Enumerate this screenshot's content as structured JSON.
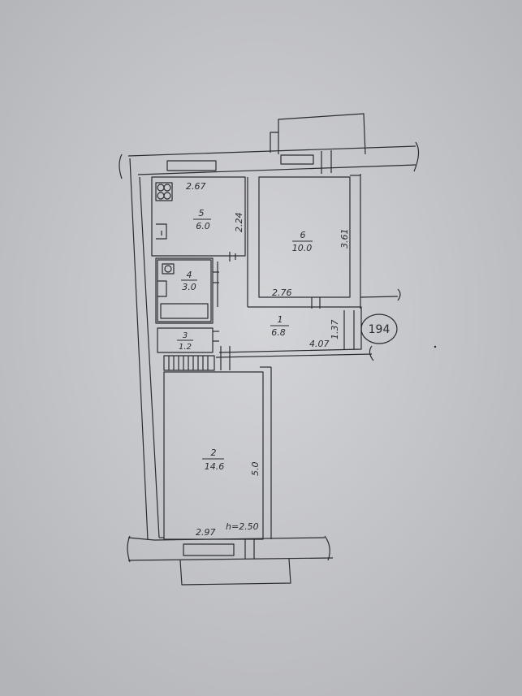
{
  "rooms": [
    {
      "number": "1",
      "area": "6.8"
    },
    {
      "number": "2",
      "area": "14.6"
    },
    {
      "number": "3",
      "area": "1.2"
    },
    {
      "number": "4",
      "area": "3.0"
    },
    {
      "number": "5",
      "area": "6.0"
    },
    {
      "number": "6",
      "area": "10.0"
    }
  ],
  "dimensions": {
    "kitchen_width": "2.67",
    "kitchen_depth": "2.24",
    "room6_depth": "3.61",
    "room6_width": "2.76",
    "hall_width": "1.37",
    "hall_length": "4.07",
    "room2_depth": "5.0",
    "room2_width": "2.97",
    "ceiling_height": "h=2.50"
  },
  "stamp": "194",
  "colors": {
    "paper": "#c9cacd",
    "ink": "#2a2c33"
  }
}
